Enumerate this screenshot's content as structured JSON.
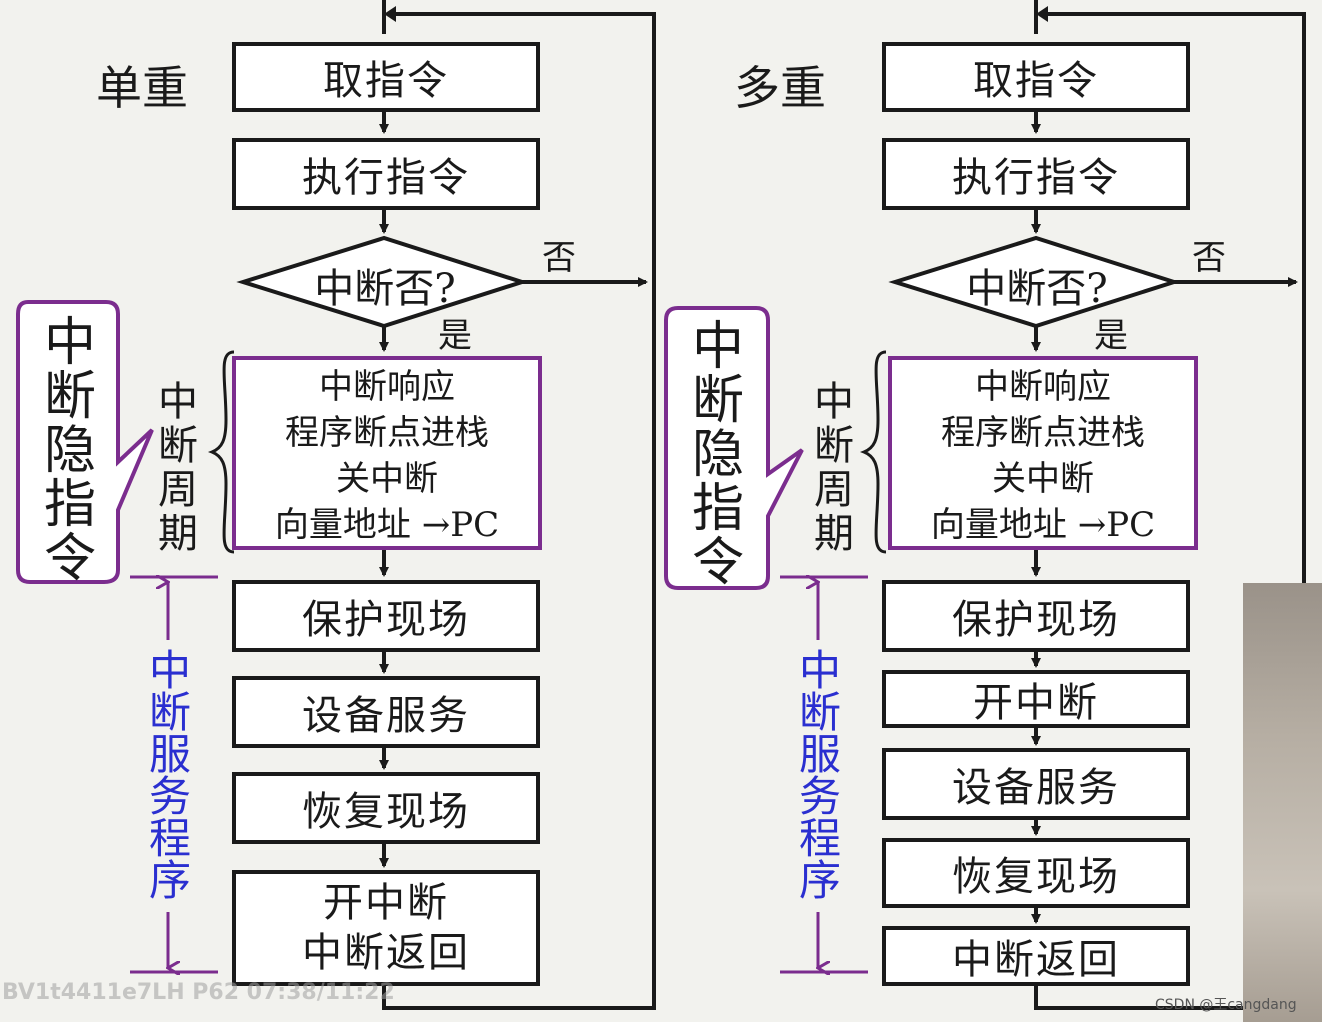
{
  "left": {
    "title": "单重",
    "fetch": "取指令",
    "execute": "执行指令",
    "decision": "中断否?",
    "no": "否",
    "yes": "是",
    "cycle_lines": [
      "中断响应",
      "程序断点进栈",
      "关中断",
      "向量地址 →PC"
    ],
    "cycle_label": "中断周期",
    "callout": "中断隐指令",
    "service_label": "中断服务程序",
    "steps": [
      "保护现场",
      "设备服务",
      "恢复现场"
    ],
    "final_lines": [
      "开中断",
      "中断返回"
    ]
  },
  "right": {
    "title": "多重",
    "fetch": "取指令",
    "execute": "执行指令",
    "decision": "中断否?",
    "no": "否",
    "yes": "是",
    "cycle_lines": [
      "中断响应",
      "程序断点进栈",
      "关中断",
      "向量地址 →PC"
    ],
    "cycle_label": "中断周期",
    "callout": "中断隐指令",
    "service_label": "中断服务程序",
    "steps": [
      "保护现场",
      "开中断",
      "设备服务",
      "恢复现场",
      "中断返回"
    ]
  },
  "watermark": "BV1t4411e7LH P62 07:38/11:22",
  "credit": "CSDN @王cangdang",
  "colors": {
    "box_border": "#1a1a1a",
    "purple": "#7b2d8e",
    "blue": "#2a2fd0"
  }
}
